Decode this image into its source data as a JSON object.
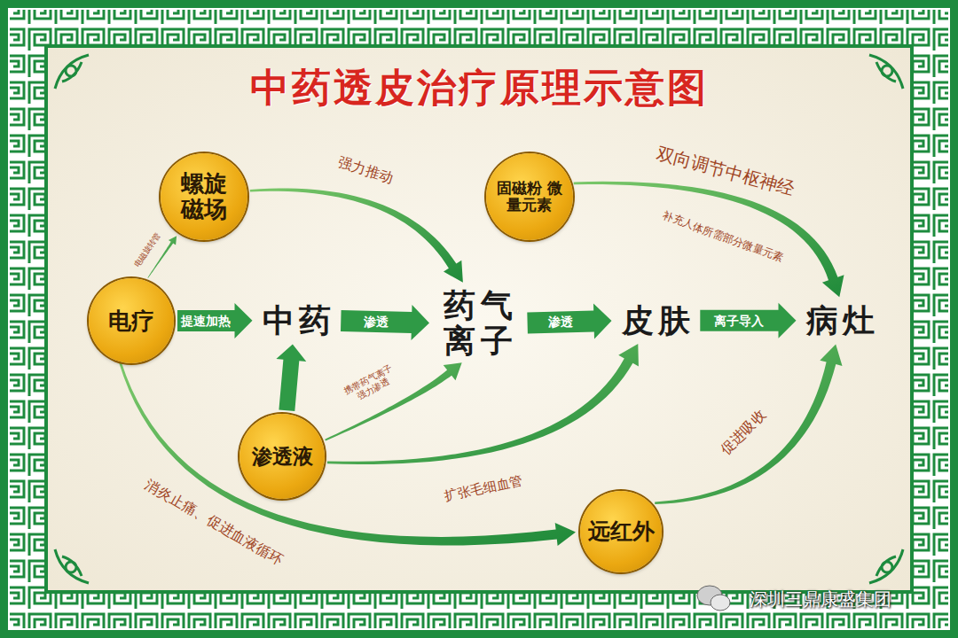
{
  "diagram": {
    "title": "中药透皮治疗原理示意图",
    "nodes": [
      {
        "text": [
          "螺旋 磁场"
        ]
      },
      {
        "text": [
          "固磁粉 微量元素"
        ]
      },
      {
        "text": [
          "电疗"
        ]
      },
      {
        "text": [
          "中药"
        ]
      },
      {
        "text": [
          "药气 离子"
        ]
      },
      {
        "text": [
          "皮肤"
        ]
      },
      {
        "text": [
          "病灶"
        ]
      },
      {
        "text": [
          "渗透液"
        ]
      },
      {
        "text": [
          "远红外"
        ]
      }
    ],
    "edges": [
      {
        "from": 2,
        "to": 0,
        "arrow": "to",
        "label": "电磁旋转管"
      },
      {
        "from": 0,
        "to": 4,
        "arrow": "to",
        "label": "强力推动"
      },
      {
        "from": 2,
        "to": 3,
        "arrow": "to",
        "label": "提速加热"
      },
      {
        "from": 3,
        "to": 4,
        "arrow": "to",
        "label": "渗透"
      },
      {
        "from": 4,
        "to": 5,
        "arrow": "to",
        "label": "渗透"
      },
      {
        "from": 5,
        "to": 6,
        "arrow": "to",
        "label": "离子导入"
      },
      {
        "from": 7,
        "to": 3,
        "arrow": "to"
      },
      {
        "from": 7,
        "to": 4,
        "arrow": "to",
        "label": "携带药气离子 强力渗透"
      },
      {
        "from": 7,
        "to": 5,
        "arrow": "to",
        "label": "扩张毛细血管"
      },
      {
        "from": 2,
        "to": 8,
        "arrow": "to",
        "label": "消炎止痛、促进血液循环"
      },
      {
        "from": 8,
        "to": 6,
        "arrow": "to",
        "label": "促进吸收"
      },
      {
        "from": 1,
        "to": 6,
        "arrow": "to",
        "label": "双向调节中枢神经"
      }
    ],
    "labels": [
      "补充人体所需部分微量元素",
      "深圳三鼎康盛集团"
    ]
  }
}
